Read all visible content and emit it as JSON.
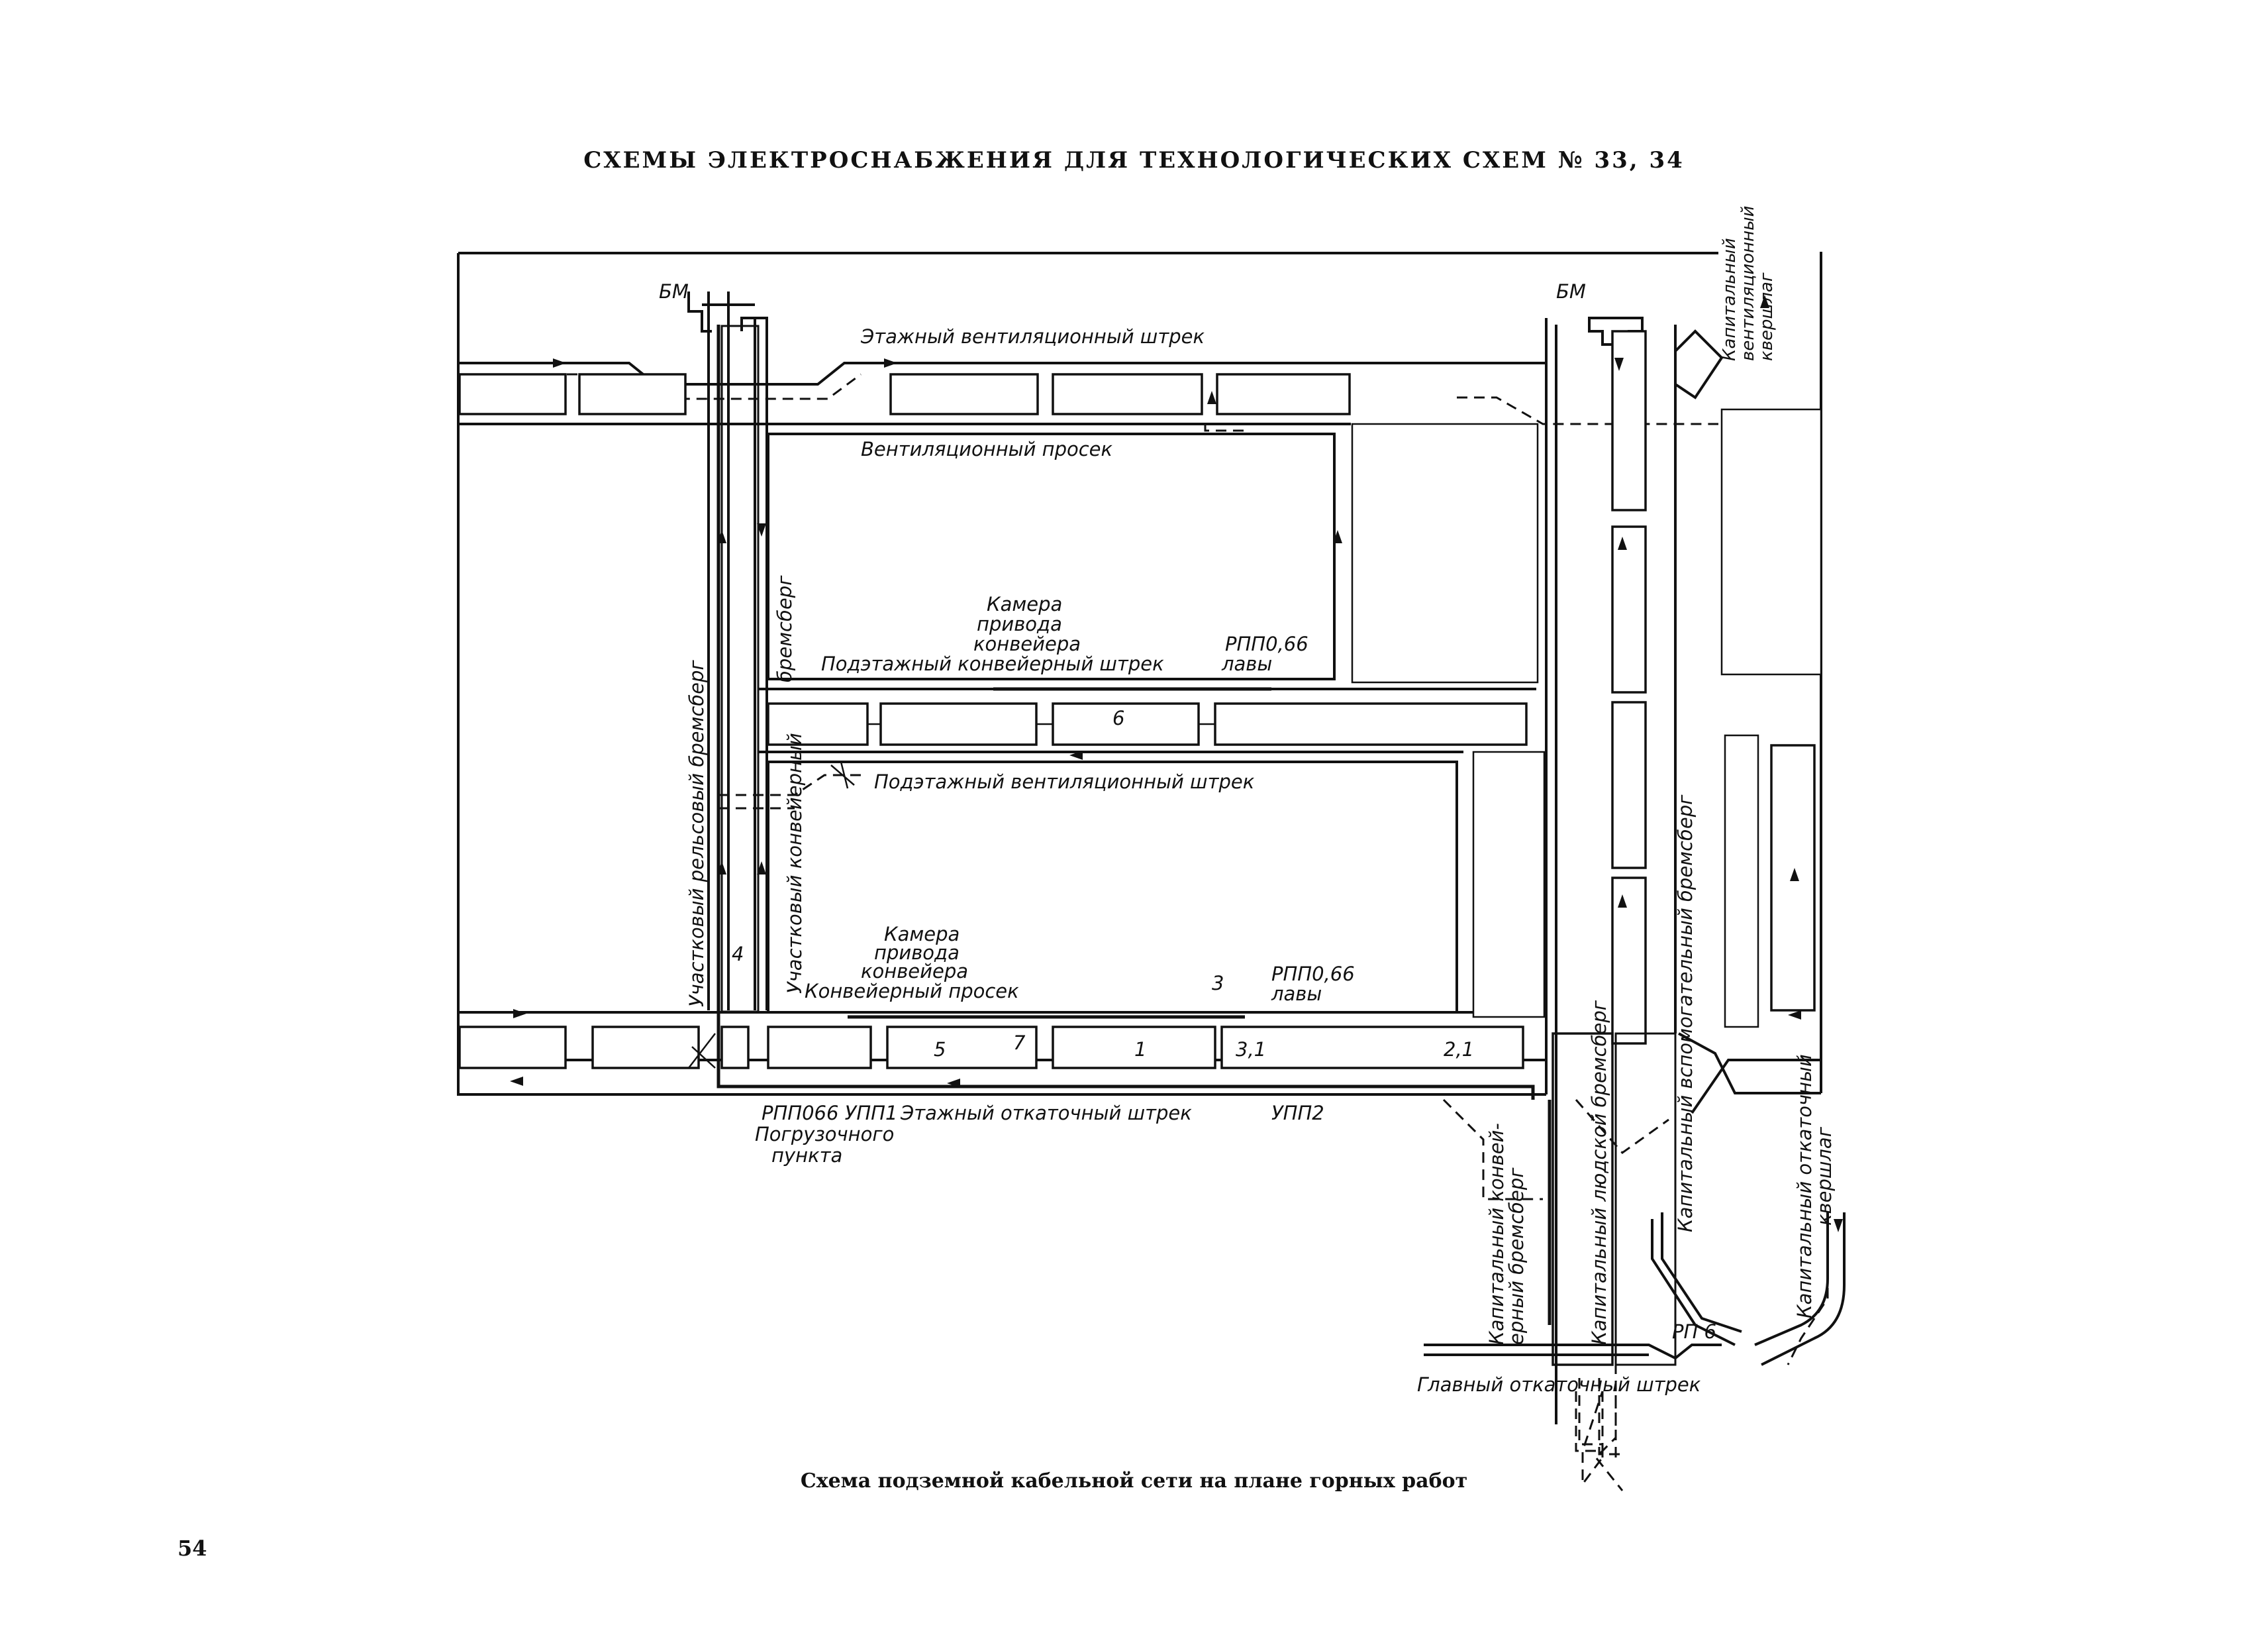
{
  "page": {
    "title": "СХЕМЫ ЭЛЕКТРОСНАБЖЕНИЯ ДЛЯ ТЕХНОЛОГИЧЕСКИХ СХЕМ № 33, 34",
    "caption": "Схема подземной кабельной сети на плане горных работ",
    "number": "54"
  },
  "labels": {
    "bm_left": "БМ",
    "bm_right": "БМ",
    "etazh_vent_shtrek": "Этажный вентиляционный штрек",
    "vent_prosek": "Вентиляционный просек",
    "bremsberg": "бремсберг",
    "kamera_1": [
      "Камера",
      "привода",
      "конвейера"
    ],
    "podetazh_konv_shtrek": "Подэтажный конвейерный штрек",
    "rpp_lavy_1": [
      "РПП0,66",
      "лавы"
    ],
    "podetazh_vent_shtrek": "Подэтажный вентиляционный штрек",
    "uchastk_rels_bremsberg": "Участковый рельсовый бремсберг",
    "uchastk_konveyer": "Участковый конвейерный",
    "kamera_2": [
      "Камера",
      "привода",
      "конвейера"
    ],
    "konv_prosek": "Конвейерный просек",
    "rpp_lavy_2": [
      "РПП0,66",
      "лавы"
    ],
    "etazh_otkat_shtrek": "Этажный откаточный штрек",
    "rpp066_upp1": "РПП066 УПП1",
    "pogruz_punkt": [
      "Погрузочного",
      "пункта"
    ],
    "upp2": "УПП2",
    "kapit_vent_kvershlag": [
      "Капитальный",
      "вентиляционный",
      "квершлаг"
    ],
    "kapit_vspom_bremsberg": "Капитальный вспомогательный бремсберг",
    "kapit_ludskoy_bremsberg": "Капитальный людской бремсберг",
    "kapit_konv_bremsberg": [
      "Капитальный конвей-",
      "ерный бремсберг"
    ],
    "kapit_otkat_kvershlag": [
      "Капитальный откаточный",
      "квершлаг"
    ],
    "rp6": "РП 6",
    "glavn_otkat_shtrek": "Главный откаточный штрек",
    "num_1": "1",
    "num_2_1": "2,1",
    "num_3": "3",
    "num_3_1": "3,1",
    "num_4": "4",
    "num_5": "5",
    "num_6": "6",
    "num_7": "7"
  }
}
